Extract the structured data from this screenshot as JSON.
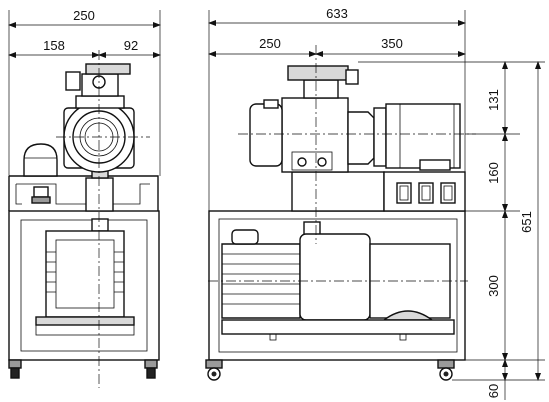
{
  "dimensions": {
    "front_total_width": "250",
    "front_left_width": "158",
    "front_right_width": "92",
    "side_total_width": "633",
    "side_left_width": "250",
    "side_right_width": "350",
    "height_top": "131",
    "height_middle": "160",
    "height_total": "651",
    "height_cabinet": "300",
    "height_casters": "60"
  }
}
